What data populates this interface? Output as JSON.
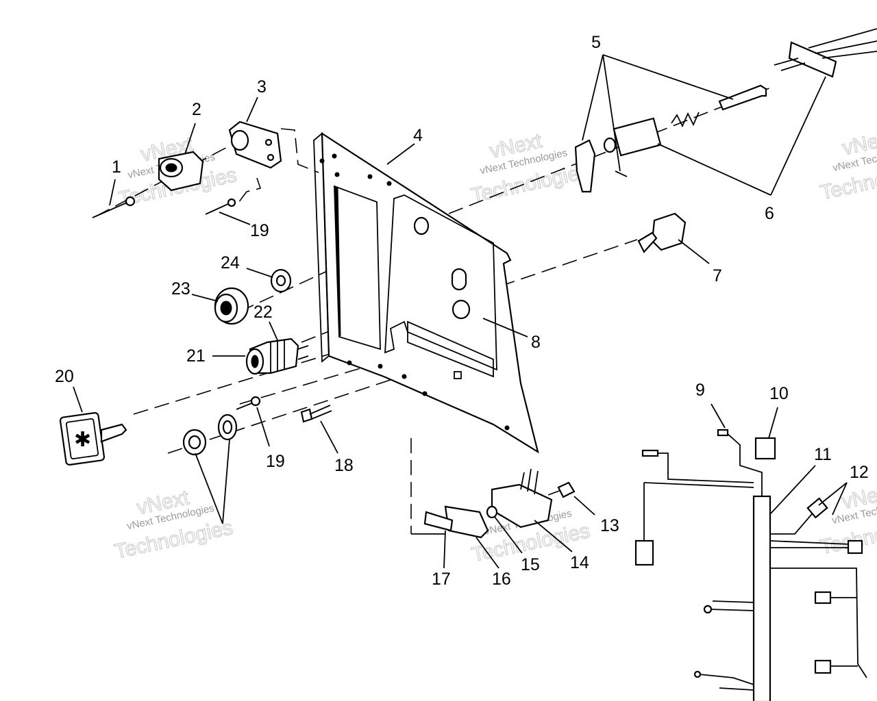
{
  "callouts": {
    "c1": "1",
    "c2": "2",
    "c3": "3",
    "c4": "4",
    "c5": "5",
    "c6": "6",
    "c7": "7",
    "c8": "8",
    "c9": "9",
    "c10": "10",
    "c11": "11",
    "c12": "12",
    "c13": "13",
    "c14": "14",
    "c15": "15",
    "c16": "16",
    "c17": "17",
    "c18": "18",
    "c19a": "19",
    "c19b": "19",
    "c20": "20",
    "c21": "21",
    "c22": "22",
    "c23": "23",
    "c24": "24"
  },
  "watermark": {
    "line1": "vNext",
    "line2": "vNext Technologies",
    "line3": "Technologies"
  }
}
